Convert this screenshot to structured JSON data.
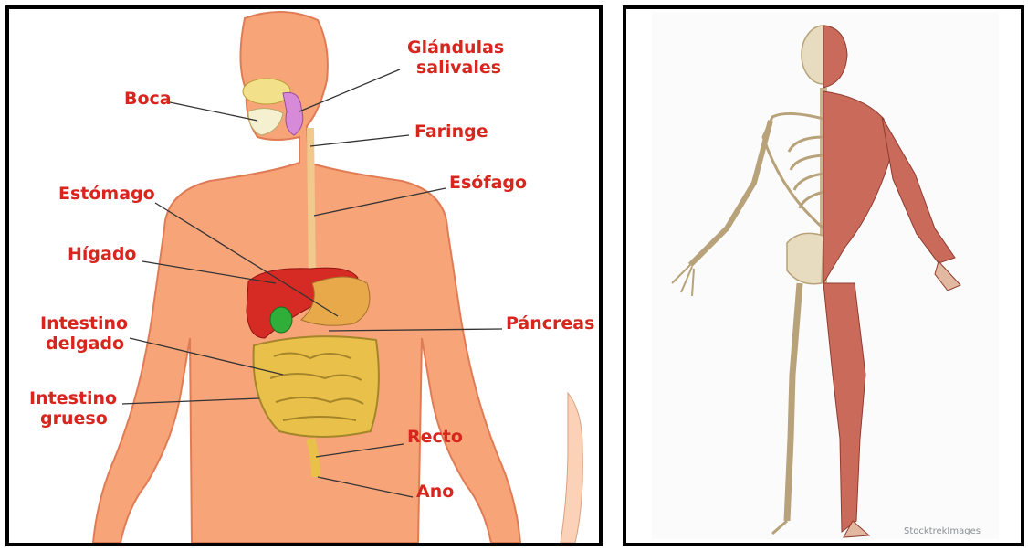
{
  "digestive": {
    "labels": {
      "glandulas_1": "Glándulas",
      "glandulas_2": "salivales",
      "boca": "Boca",
      "faringe": "Faringe",
      "esofago": "Esófago",
      "estomago": "Estómago",
      "higado": "Hígado",
      "pancreas": "Páncreas",
      "intestino_delgado_1": "Intestino",
      "intestino_delgado_2": "delgado",
      "intestino_grueso_1": "Intestino",
      "intestino_grueso_2": "grueso",
      "recto": "Recto",
      "ano": "Ano"
    },
    "colors": {
      "label": "#d7261e",
      "skin": "#f7a479",
      "liver": "#d62a24",
      "stomach": "#e8a94a",
      "gallbladder": "#2fae3a",
      "intestine": "#e8c04a"
    }
  },
  "anatomy": {
    "watermark": "StocktrekImages",
    "colors": {
      "bone": "#e8dcc0",
      "muscle": "#c96a5a"
    }
  }
}
